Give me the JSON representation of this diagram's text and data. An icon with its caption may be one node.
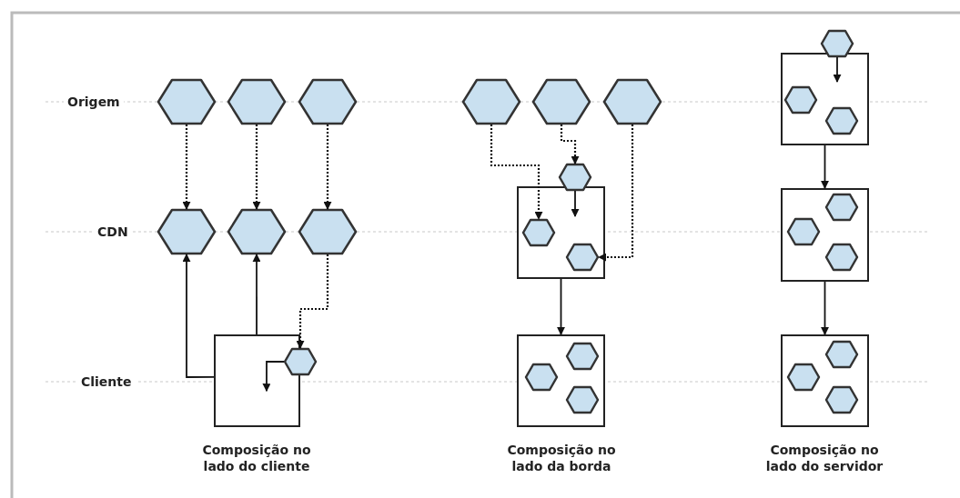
{
  "diagram": {
    "nodes": [
      {
        "text": [],
        "shape": "hexagon"
      },
      {
        "text": [],
        "shape": "hexagon"
      },
      {
        "text": [],
        "shape": "hexagon"
      },
      {
        "text": [],
        "shape": "hexagon"
      },
      {
        "text": [],
        "shape": "hexagon"
      },
      {
        "text": [],
        "shape": "hexagon"
      },
      {
        "text": [],
        "shape": "box"
      },
      {
        "text": [],
        "shape": "hexagon"
      },
      {
        "text": [],
        "shape": "hexagon"
      },
      {
        "text": [],
        "shape": "hexagon"
      },
      {
        "text": [],
        "shape": "hexagon"
      },
      {
        "text": [],
        "shape": "box"
      },
      {
        "text": [],
        "shape": "hexagon"
      },
      {
        "text": [],
        "shape": "hexagon",
        "in": 11
      },
      {
        "text": [],
        "shape": "hexagon",
        "in": 11
      },
      {
        "text": [],
        "shape": "box"
      },
      {
        "text": [],
        "shape": "hexagon",
        "in": 15
      },
      {
        "text": [],
        "shape": "hexagon",
        "in": 15
      },
      {
        "text": [],
        "shape": "hexagon",
        "in": 15
      },
      {
        "text": [],
        "shape": "box"
      },
      {
        "text": [],
        "shape": "hexagon"
      },
      {
        "text": [],
        "shape": "hexagon",
        "in": 19
      },
      {
        "text": [],
        "shape": "hexagon",
        "in": 19
      },
      {
        "text": [],
        "shape": "box"
      },
      {
        "text": [],
        "shape": "hexagon",
        "in": 23
      },
      {
        "text": [],
        "shape": "hexagon",
        "in": 23
      },
      {
        "text": [],
        "shape": "hexagon",
        "in": 23
      },
      {
        "text": [],
        "shape": "box"
      },
      {
        "text": [],
        "shape": "hexagon",
        "in": 27
      },
      {
        "text": [],
        "shape": "hexagon",
        "in": 27
      },
      {
        "text": [],
        "shape": "hexagon",
        "in": 27
      }
    ],
    "edges": [
      {
        "from": 0,
        "to": 3,
        "arrow": "to",
        "style": "dashed"
      },
      {
        "from": 1,
        "to": 4,
        "arrow": "to",
        "style": "dashed"
      },
      {
        "from": 2,
        "to": 5,
        "arrow": "to",
        "style": "dashed"
      },
      {
        "from": 6,
        "to": 3,
        "arrow": "to"
      },
      {
        "from": 6,
        "to": 4,
        "arrow": "to"
      },
      {
        "from": 5,
        "to": 7,
        "arrow": "to",
        "style": "dashed"
      },
      {
        "from": 7,
        "to": 6,
        "arrow": "to"
      },
      {
        "from": 8,
        "to": 13,
        "arrow": "to",
        "style": "dashed"
      },
      {
        "from": 9,
        "to": 12,
        "arrow": "to",
        "style": "dashed"
      },
      {
        "from": 12,
        "to": null,
        "arrow": "to"
      },
      {
        "from": 10,
        "to": 14,
        "arrow": "to",
        "style": "dashed"
      },
      {
        "from": 11,
        "to": 15,
        "arrow": "to"
      },
      {
        "from": 20,
        "to": null,
        "arrow": "to"
      },
      {
        "from": 19,
        "to": 23,
        "arrow": "to"
      },
      {
        "from": 23,
        "to": 27,
        "arrow": "to"
      }
    ],
    "labels": [
      "Origem",
      "CDN",
      "Cliente",
      "Composição no lado do cliente",
      "Composição no lado da borda",
      "Composição no lado do servidor"
    ]
  }
}
